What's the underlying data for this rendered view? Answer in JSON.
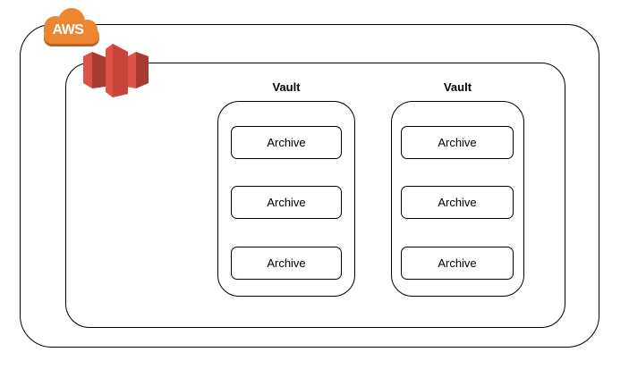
{
  "diagram": {
    "aws_cloud": {
      "label": "AWS"
    },
    "vaults": [
      {
        "label": "Vault",
        "archives": [
          {
            "label": "Archive"
          },
          {
            "label": "Archive"
          },
          {
            "label": "Archive"
          }
        ]
      },
      {
        "label": "Vault",
        "archives": [
          {
            "label": "Archive"
          },
          {
            "label": "Archive"
          },
          {
            "label": "Archive"
          }
        ]
      }
    ],
    "colors": {
      "cloud_orange": "#EC8633",
      "cloud_orange_dark": "#BC611F",
      "cloud_text": "#FFFFFF",
      "glacier_light": "#DD5245",
      "glacier_mid": "#C8453A",
      "glacier_dark": "#A83B31",
      "outline": "#000000",
      "background": "#FFFFFF"
    }
  }
}
